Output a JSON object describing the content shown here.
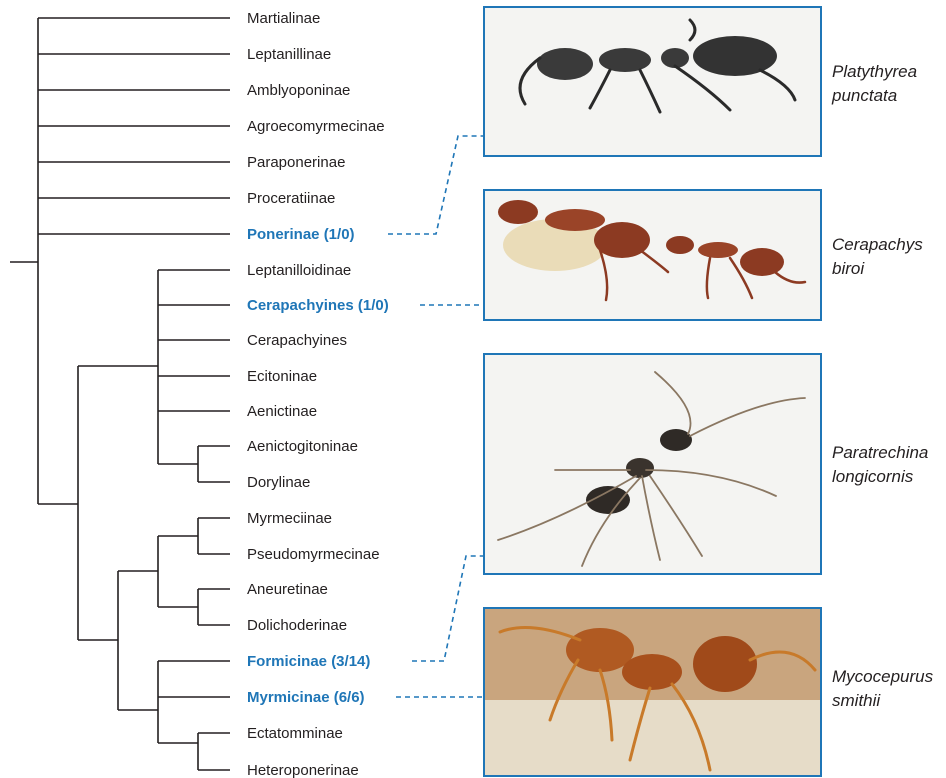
{
  "colors": {
    "line": "#231f20",
    "highlight": "#1f76b7",
    "frame": "#1f76b7"
  },
  "taxa": [
    {
      "label": "Martialinae",
      "highlight": false
    },
    {
      "label": "Leptanillinae",
      "highlight": false
    },
    {
      "label": "Amblyoponinae",
      "highlight": false
    },
    {
      "label": "Agroecomyrmecinae",
      "highlight": false
    },
    {
      "label": "Paraponerinae",
      "highlight": false
    },
    {
      "label": "Proceratiinae",
      "highlight": false
    },
    {
      "label": "Ponerinae (1/0)",
      "highlight": true
    },
    {
      "label": "Leptanilloidinae",
      "highlight": false
    },
    {
      "label": "Cerapachyines (1/0)",
      "highlight": true
    },
    {
      "label": "Cerapachyines",
      "highlight": false
    },
    {
      "label": "Ecitoninae",
      "highlight": false
    },
    {
      "label": "Aenictinae",
      "highlight": false
    },
    {
      "label": "Aenictogitoninae",
      "highlight": false
    },
    {
      "label": "Dorylinae",
      "highlight": false
    },
    {
      "label": "Myrmeciinae",
      "highlight": false
    },
    {
      "label": "Pseudomyrmecinae",
      "highlight": false
    },
    {
      "label": "Aneuretinae",
      "highlight": false
    },
    {
      "label": "Dolichoderinae",
      "highlight": false
    },
    {
      "label": "Formicinae (3/14)",
      "highlight": true
    },
    {
      "label": "Myrmicinae (6/6)",
      "highlight": true
    },
    {
      "label": "Ectatomminae",
      "highlight": false
    },
    {
      "label": "Heteroponerinae",
      "highlight": false
    }
  ],
  "species": [
    {
      "line1": "Platythyrea",
      "line2": "punctata",
      "photo": "black-ant-photo"
    },
    {
      "line1": "Cerapachys",
      "line2": "biroi",
      "photo": "red-ants-with-pupae-photo"
    },
    {
      "line1": "Paratrechina",
      "line2": "longicornis",
      "photo": "long-legged-ant-photo"
    },
    {
      "line1": "Mycocepurus",
      "line2": "smithii",
      "photo": "orange-spiny-ant-photo"
    }
  ]
}
